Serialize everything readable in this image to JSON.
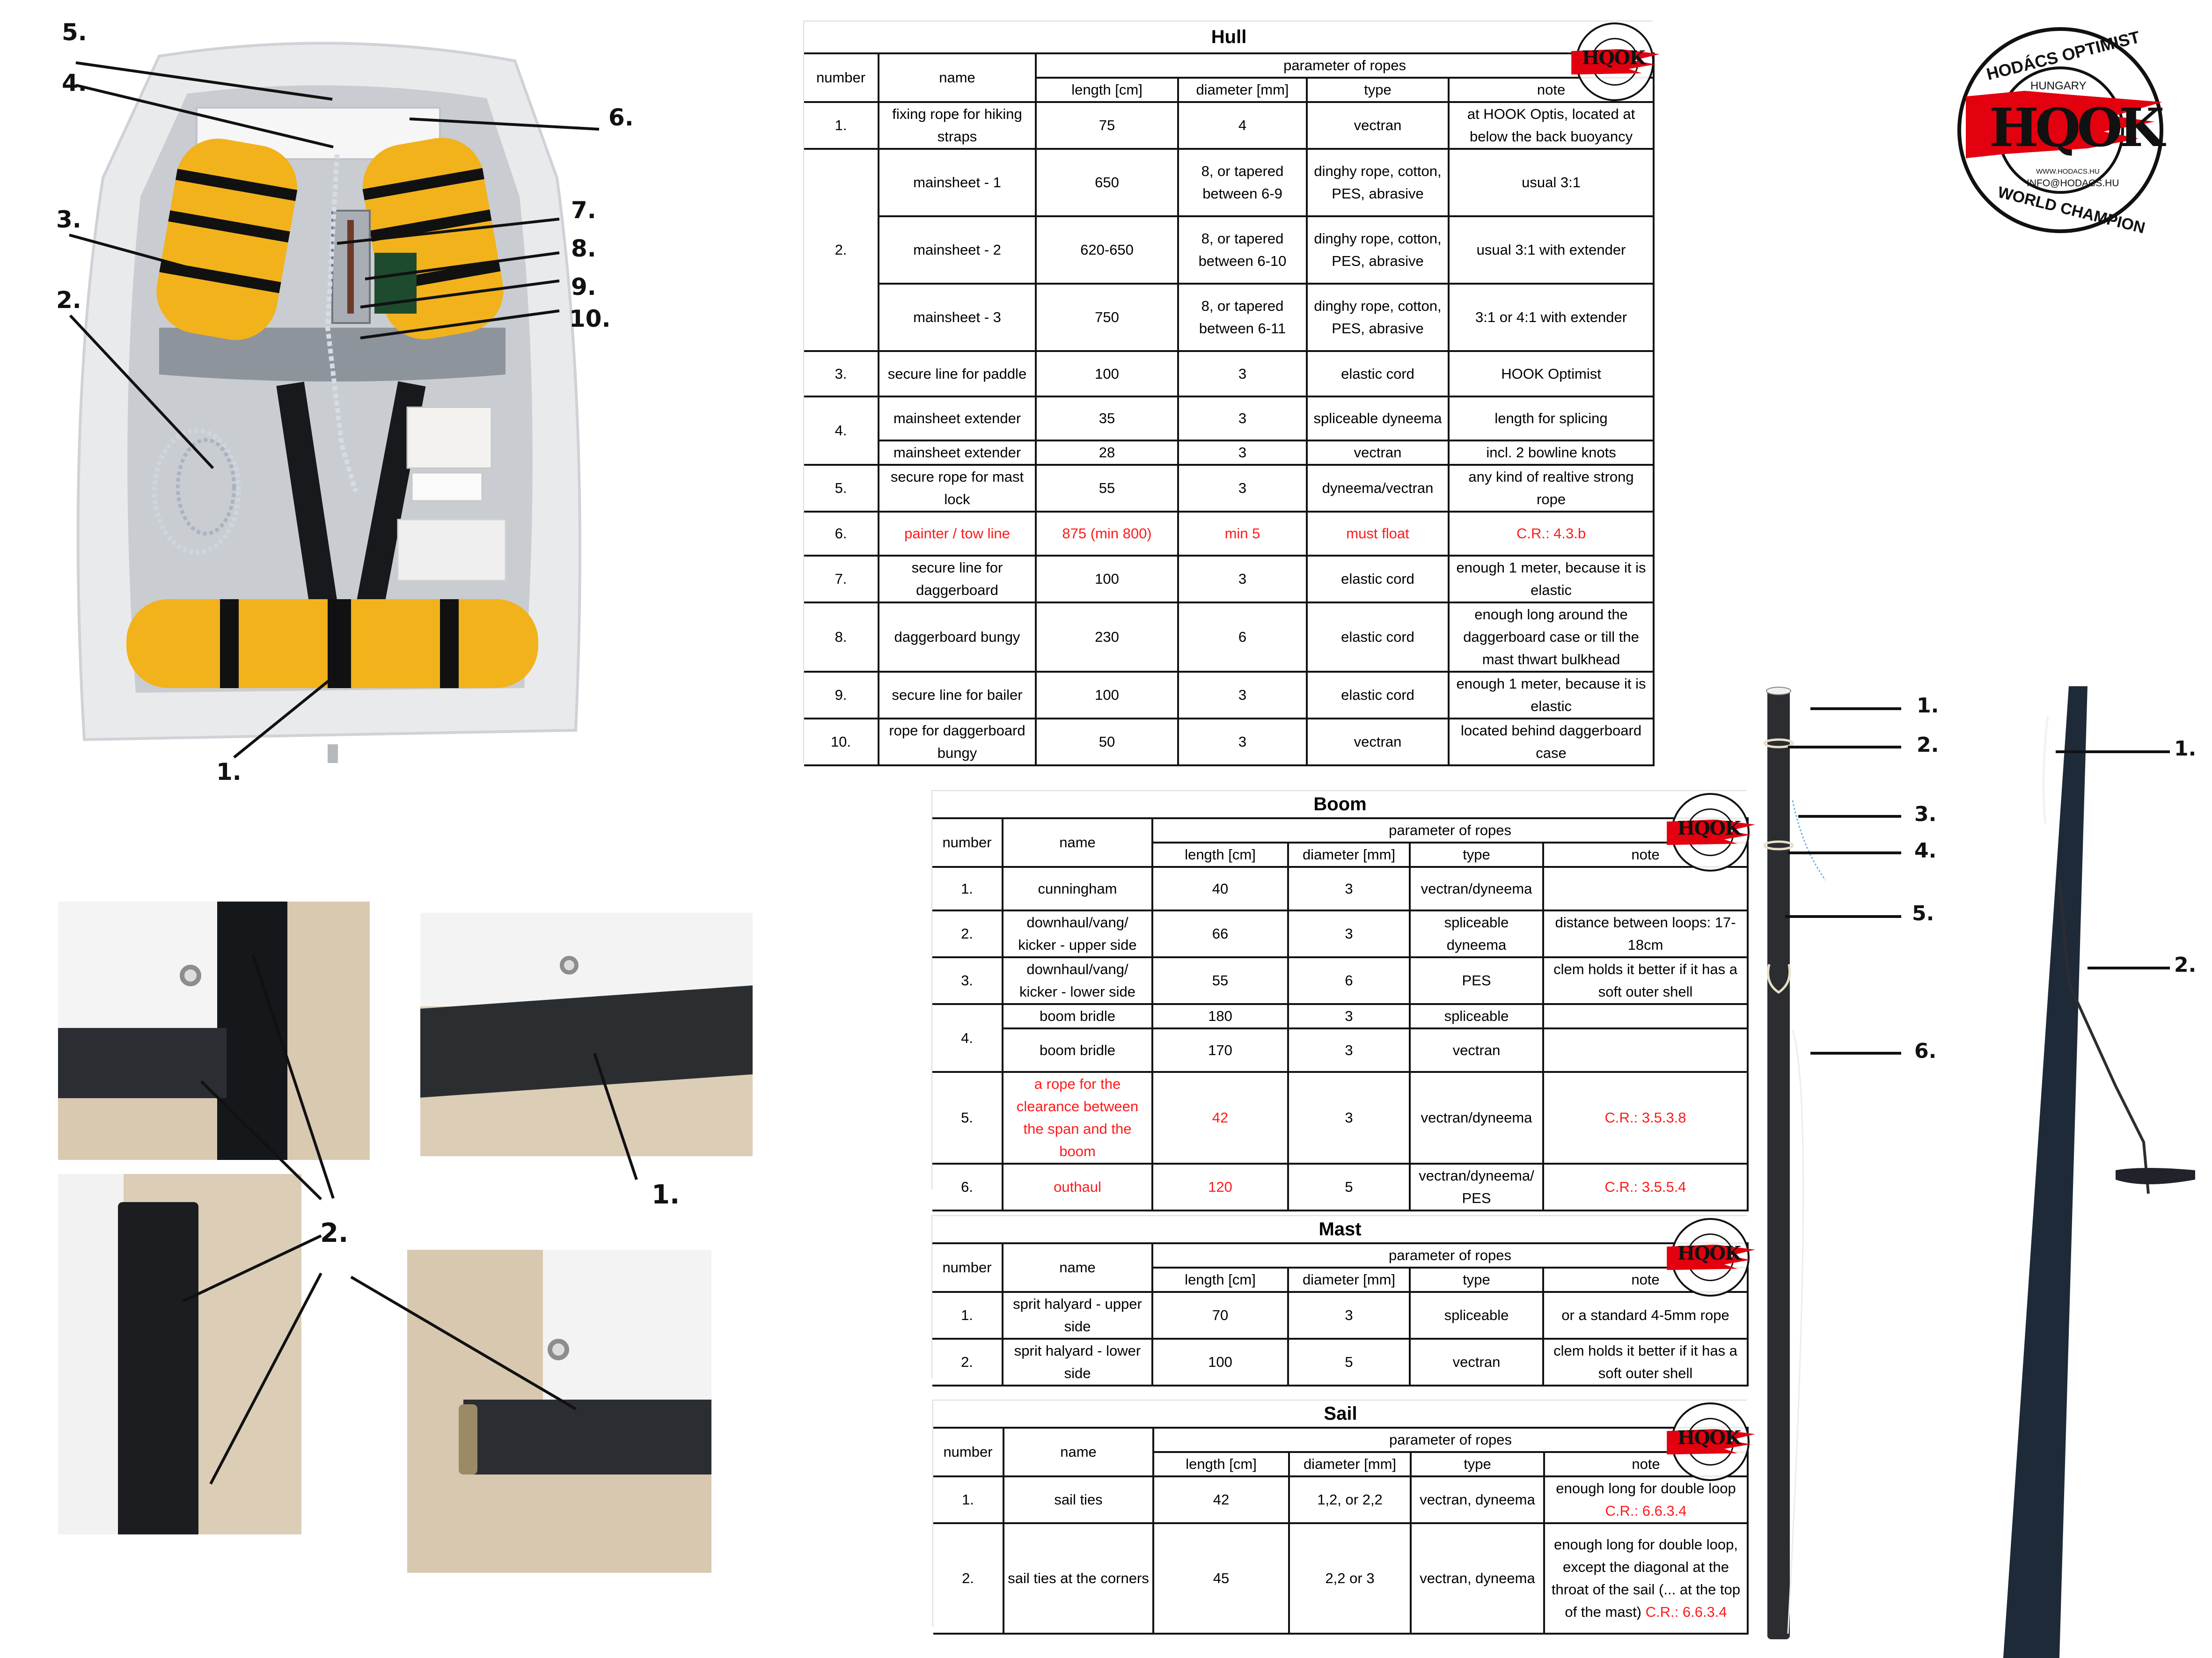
{
  "colors": {
    "requirement_red": "#ff1a1a",
    "logo_red": "#e3000f",
    "buoyancy_yellow": "#f2b21b",
    "spar_dark": "#2c2f33"
  },
  "logo": {
    "top_text": "HODÁCS OPTIMIST",
    "country": "HUNGARY",
    "mark": "HQOK",
    "web": "WWW.HODACS.HU",
    "email": "INFO@HODACS.HU",
    "bottom_text": "WORLD CHAMPION"
  },
  "table_headers": {
    "number": "number",
    "name": "name",
    "group": "parameter of ropes",
    "length": "length [cm]",
    "diameter": "diameter [mm]",
    "type": "type",
    "note": "note"
  },
  "hull": {
    "title": "Hull",
    "rows": [
      {
        "number": "1.",
        "name": "fixing rope for hiking straps",
        "length": "75",
        "diameter": "4",
        "type": "vectran",
        "note": "at HOOK Optis, located at below the back buoyancy"
      },
      {
        "number": "2.",
        "name": "mainsheet - 1",
        "length": "650",
        "diameter": "8, or tapered between 6-9",
        "type": "dinghy rope, cotton, PES, abrasive",
        "note": "usual 3:1"
      },
      {
        "number": "",
        "name": "mainsheet - 2",
        "length": "620-650",
        "diameter": "8, or tapered between 6-10",
        "type": "dinghy rope, cotton, PES, abrasive",
        "note": "usual 3:1 with extender"
      },
      {
        "number": "",
        "name": "mainsheet - 3",
        "length": "750",
        "diameter": "8, or tapered between 6-11",
        "type": "dinghy rope, cotton, PES, abrasive",
        "note": "3:1 or 4:1 with extender"
      },
      {
        "number": "3.",
        "name": "secure line for paddle",
        "length": "100",
        "diameter": "3",
        "type": "elastic cord",
        "note": "HOOK Optimist"
      },
      {
        "number": "4.",
        "name": "mainsheet extender",
        "length": "35",
        "diameter": "3",
        "type": "spliceable dyneema",
        "note": "length for splicing"
      },
      {
        "number": "",
        "name": "mainsheet extender",
        "length": "28",
        "diameter": "3",
        "type": "vectran",
        "note": "incl. 2 bowline knots"
      },
      {
        "number": "5.",
        "name": "secure rope for mast lock",
        "length": "55",
        "diameter": "3",
        "type": "dyneema/vectran",
        "note": "any kind of realtive strong rope"
      },
      {
        "number": "6.",
        "name": "painter / tow line",
        "length": "875 (min 800)",
        "diameter": "min 5",
        "type": "must float",
        "note": "C.R.: 4.3.b",
        "highlight": true
      },
      {
        "number": "7.",
        "name": "secure line for daggerboard",
        "length": "100",
        "diameter": "3",
        "type": "elastic cord",
        "note": "enough 1 meter, because it is elastic"
      },
      {
        "number": "8.",
        "name": "daggerboard bungy",
        "length": "230",
        "diameter": "6",
        "type": "elastic cord",
        "note": "enough long around the daggerboard case or till the mast thwart bulkhead"
      },
      {
        "number": "9.",
        "name": "secure line for bailer",
        "length": "100",
        "diameter": "3",
        "type": "elastic cord",
        "note": "enough 1 meter, because it is elastic"
      },
      {
        "number": "10.",
        "name": "rope for daggerboard bungy",
        "length": "50",
        "diameter": "3",
        "type": "vectran",
        "note": "located behind daggerboard case"
      }
    ]
  },
  "boom": {
    "title": "Boom",
    "rows": [
      {
        "number": "1.",
        "name": "cunningham",
        "length": "40",
        "diameter": "3",
        "type": "vectran/dyneema",
        "note": ""
      },
      {
        "number": "2.",
        "name": "downhaul/vang/ kicker - upper side",
        "length": "66",
        "diameter": "3",
        "type": "spliceable dyneema",
        "note": "distance between loops: 17-18cm"
      },
      {
        "number": "3.",
        "name": "downhaul/vang/ kicker - lower side",
        "length": "55",
        "diameter": "6",
        "type": "PES",
        "note": "clem holds it better if it has a soft outer shell"
      },
      {
        "number": "4.",
        "name": "boom bridle",
        "length": "180",
        "diameter": "3",
        "type": "spliceable",
        "note": ""
      },
      {
        "number": "",
        "name": "boom bridle",
        "length": "170",
        "diameter": "3",
        "type": "vectran",
        "note": ""
      },
      {
        "number": "5.",
        "name": "a rope for the clearance between the span and the boom",
        "length": "42",
        "diameter": "3",
        "type": "vectran/dyneema",
        "note": "C.R.: 3.5.3.8",
        "red_name": true,
        "red_length": true,
        "red_note": true
      },
      {
        "number": "6.",
        "name": "outhaul",
        "length": "120",
        "diameter": "5",
        "type": "vectran/dyneema/ PES",
        "note": "C.R.: 3.5.5.4",
        "red_name": true,
        "red_length": true,
        "red_note": true
      }
    ]
  },
  "mast": {
    "title": "Mast",
    "rows": [
      {
        "number": "1.",
        "name": "sprit halyard - upper side",
        "length": "70",
        "diameter": "3",
        "type": "spliceable",
        "note": "or a standard 4-5mm rope"
      },
      {
        "number": "2.",
        "name": "sprit halyard - lower side",
        "length": "100",
        "diameter": "5",
        "type": "vectran",
        "note": "clem holds it better if it has a soft outer shell"
      }
    ]
  },
  "sail": {
    "title": "Sail",
    "rows": [
      {
        "number": "1.",
        "name": "sail ties",
        "length": "42",
        "diameter": "1,2, or 2,2",
        "type": "vectran, dyneema",
        "note": "enough long for double loop ",
        "note_ref": "C.R.: 6.6.3.4"
      },
      {
        "number": "2.",
        "name": "sail ties at the corners",
        "length": "45",
        "diameter": "2,2 or 3",
        "type": "vectran, dyneema",
        "note": "enough long for double loop, except the diagonal at the throat of the sail (... at the top of the mast) ",
        "note_ref": "C.R.: 6.6.3.4"
      }
    ]
  },
  "photos": {
    "hull_photo": {
      "callouts": [
        "1.",
        "2.",
        "3.",
        "4.",
        "5.",
        "6.",
        "7.",
        "8.",
        "9.",
        "10."
      ]
    },
    "sail_ties_photo": {
      "callouts": [
        "1.",
        "2."
      ]
    },
    "spar_left_photo": {
      "callouts": [
        "1.",
        "2.",
        "3.",
        "4.",
        "5.",
        "6."
      ]
    },
    "spar_right_photo": {
      "callouts": [
        "1.",
        "2."
      ]
    }
  }
}
